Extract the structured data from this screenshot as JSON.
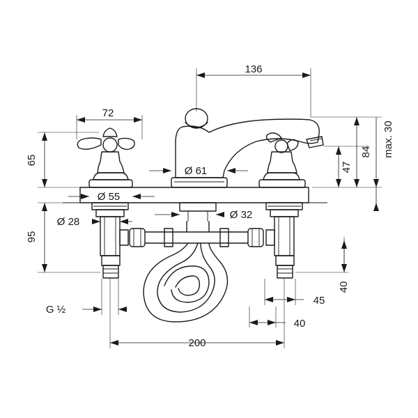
{
  "dimensions": {
    "spout_reach": "136",
    "handle_width": "72",
    "spout_clearance": "max. 30",
    "total_height": "84",
    "spout_height": "47",
    "handle_height": "65",
    "base_dia_spout": "Ø 61",
    "base_dia_valve": "Ø 55",
    "hole_dia_spout": "Ø 32",
    "hole_dia_valve": "Ø 28",
    "valve_depth": "95",
    "connection_thread": "G ½",
    "center_distance": "200",
    "offset_45": "45",
    "offset_40_h": "40",
    "offset_40_v": "40"
  }
}
